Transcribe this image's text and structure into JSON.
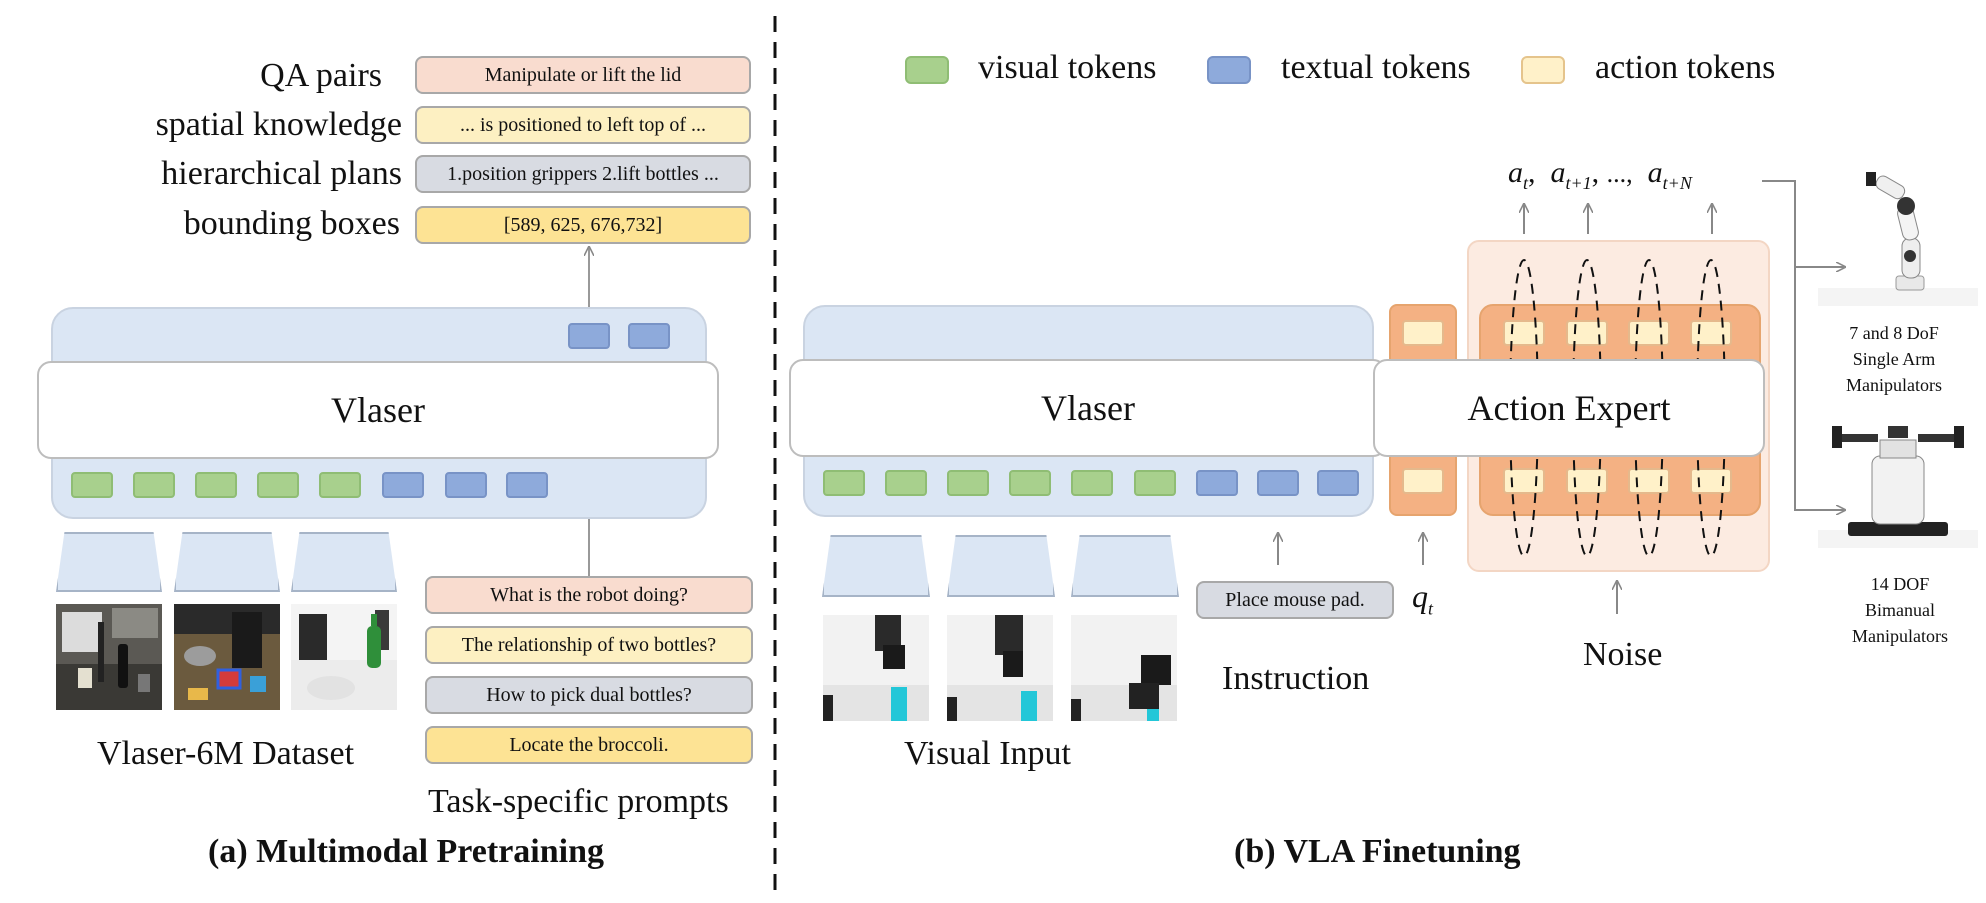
{
  "left": {
    "labels": {
      "qa": "QA pairs",
      "spatial": "spatial knowledge",
      "plans": "hierarchical plans",
      "bbox": "bounding boxes"
    },
    "outputs": {
      "qa": "Manipulate or lift the lid",
      "spatial": "... is positioned to left top of ...",
      "plans": "1.position grippers 2.lift bottles ...",
      "bbox": "[589, 625, 676,732]"
    },
    "model": "Vlaser",
    "dataset_label": "Vlaser-6M Dataset",
    "prompts": [
      "What is the robot doing?",
      "The relationship of two bottles?",
      "How to pick dual bottles?",
      "Locate the broccoli."
    ],
    "prompts_label": "Task-specific prompts",
    "caption": "(a) Multimodal Pretraining"
  },
  "right": {
    "legend": {
      "visual": "visual tokens",
      "textual": "textual tokens",
      "action": "action tokens"
    },
    "model": "Vlaser",
    "expert": "Action Expert",
    "instruction_text": "Place mouse pad.",
    "instruction_label": "Instruction",
    "visual_input_label": "Visual Input",
    "noise_label": "Noise",
    "q_label": "q",
    "q_sub": "t",
    "actions": {
      "a": "a",
      "s1": "t",
      "s2": "t+1",
      "dots": "...,",
      "s3": "t+N"
    },
    "robot1": [
      "7 and 8 DoF",
      "Single Arm",
      "Manipulators"
    ],
    "robot2": [
      "14 DOF",
      "Bimanual",
      "Manipulators"
    ],
    "caption": "(b) VLA Finetuning"
  },
  "colors": {
    "visual_token": "#a8d08d",
    "textual_token": "#8eaadb",
    "action_token": "#fff1c9",
    "panel": "#dbe6f4",
    "expert_bg": "#f4b183"
  }
}
